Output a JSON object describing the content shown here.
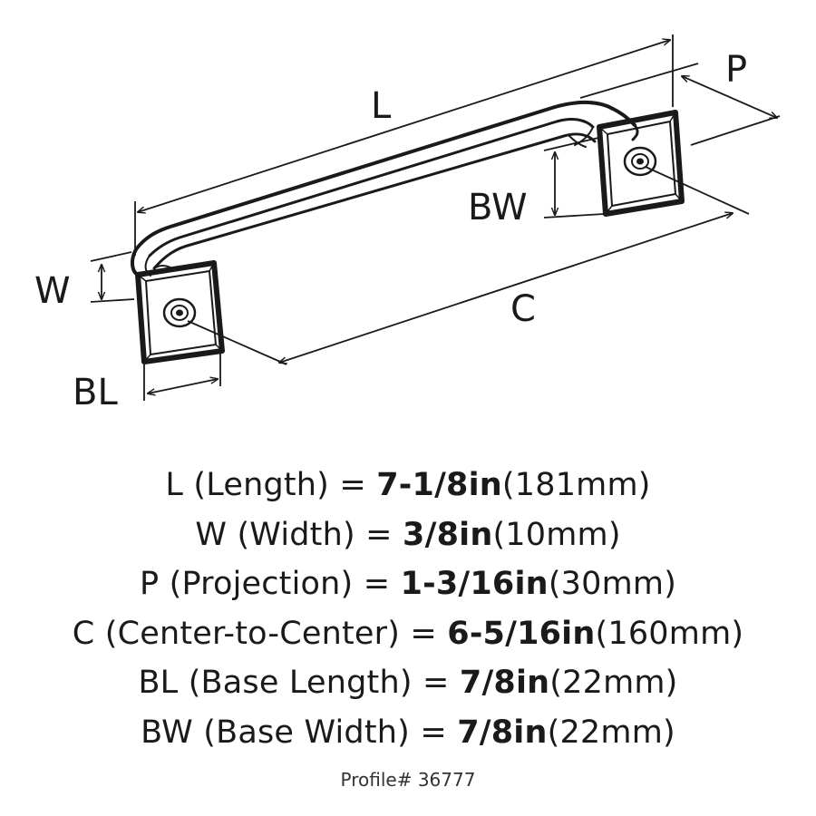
{
  "diagram": {
    "labels": {
      "L": "L",
      "P": "P",
      "BW": "BW",
      "W": "W",
      "C": "C",
      "BL": "BL"
    }
  },
  "specs": [
    {
      "code": "L",
      "label": "(Length)",
      "imperial": "7-1/8in",
      "metric": "(181mm)"
    },
    {
      "code": "W",
      "label": "(Width)",
      "imperial": "3/8in",
      "metric": "(10mm)"
    },
    {
      "code": "P",
      "label": "(Projection)",
      "imperial": "1-3/16in",
      "metric": "(30mm)"
    },
    {
      "code": "C",
      "label": "(Center-to-Center)",
      "imperial": "6-5/16in",
      "metric": "(160mm)"
    },
    {
      "code": "BL",
      "label": "(Base Length)",
      "imperial": "7/8in",
      "metric": "(22mm)"
    },
    {
      "code": "BW",
      "label": "(Base Width)",
      "imperial": "7/8in",
      "metric": "(22mm)"
    }
  ],
  "profile": "Profile# 36777",
  "colors": {
    "ink": "#1a1a1a",
    "background": "#ffffff"
  }
}
